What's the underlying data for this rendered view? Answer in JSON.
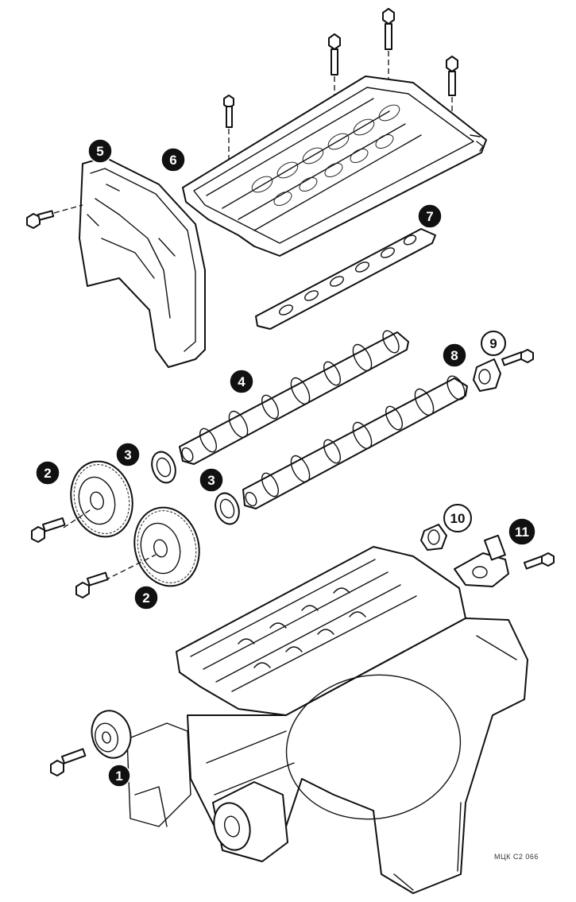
{
  "callouts": [
    {
      "id": "1",
      "label": "1"
    },
    {
      "id": "2a",
      "label": "2"
    },
    {
      "id": "2b",
      "label": "2"
    },
    {
      "id": "3a",
      "label": "3"
    },
    {
      "id": "3b",
      "label": "3"
    },
    {
      "id": "4",
      "label": "4"
    },
    {
      "id": "5",
      "label": "5"
    },
    {
      "id": "6",
      "label": "6"
    },
    {
      "id": "7",
      "label": "7"
    },
    {
      "id": "8",
      "label": "8"
    },
    {
      "id": "9",
      "label": "9"
    },
    {
      "id": "10",
      "label": "10"
    },
    {
      "id": "11",
      "label": "11"
    }
  ],
  "figure_code": "МЦК С2 066",
  "colors": {
    "ink": "#111111",
    "paper": "#ffffff"
  }
}
